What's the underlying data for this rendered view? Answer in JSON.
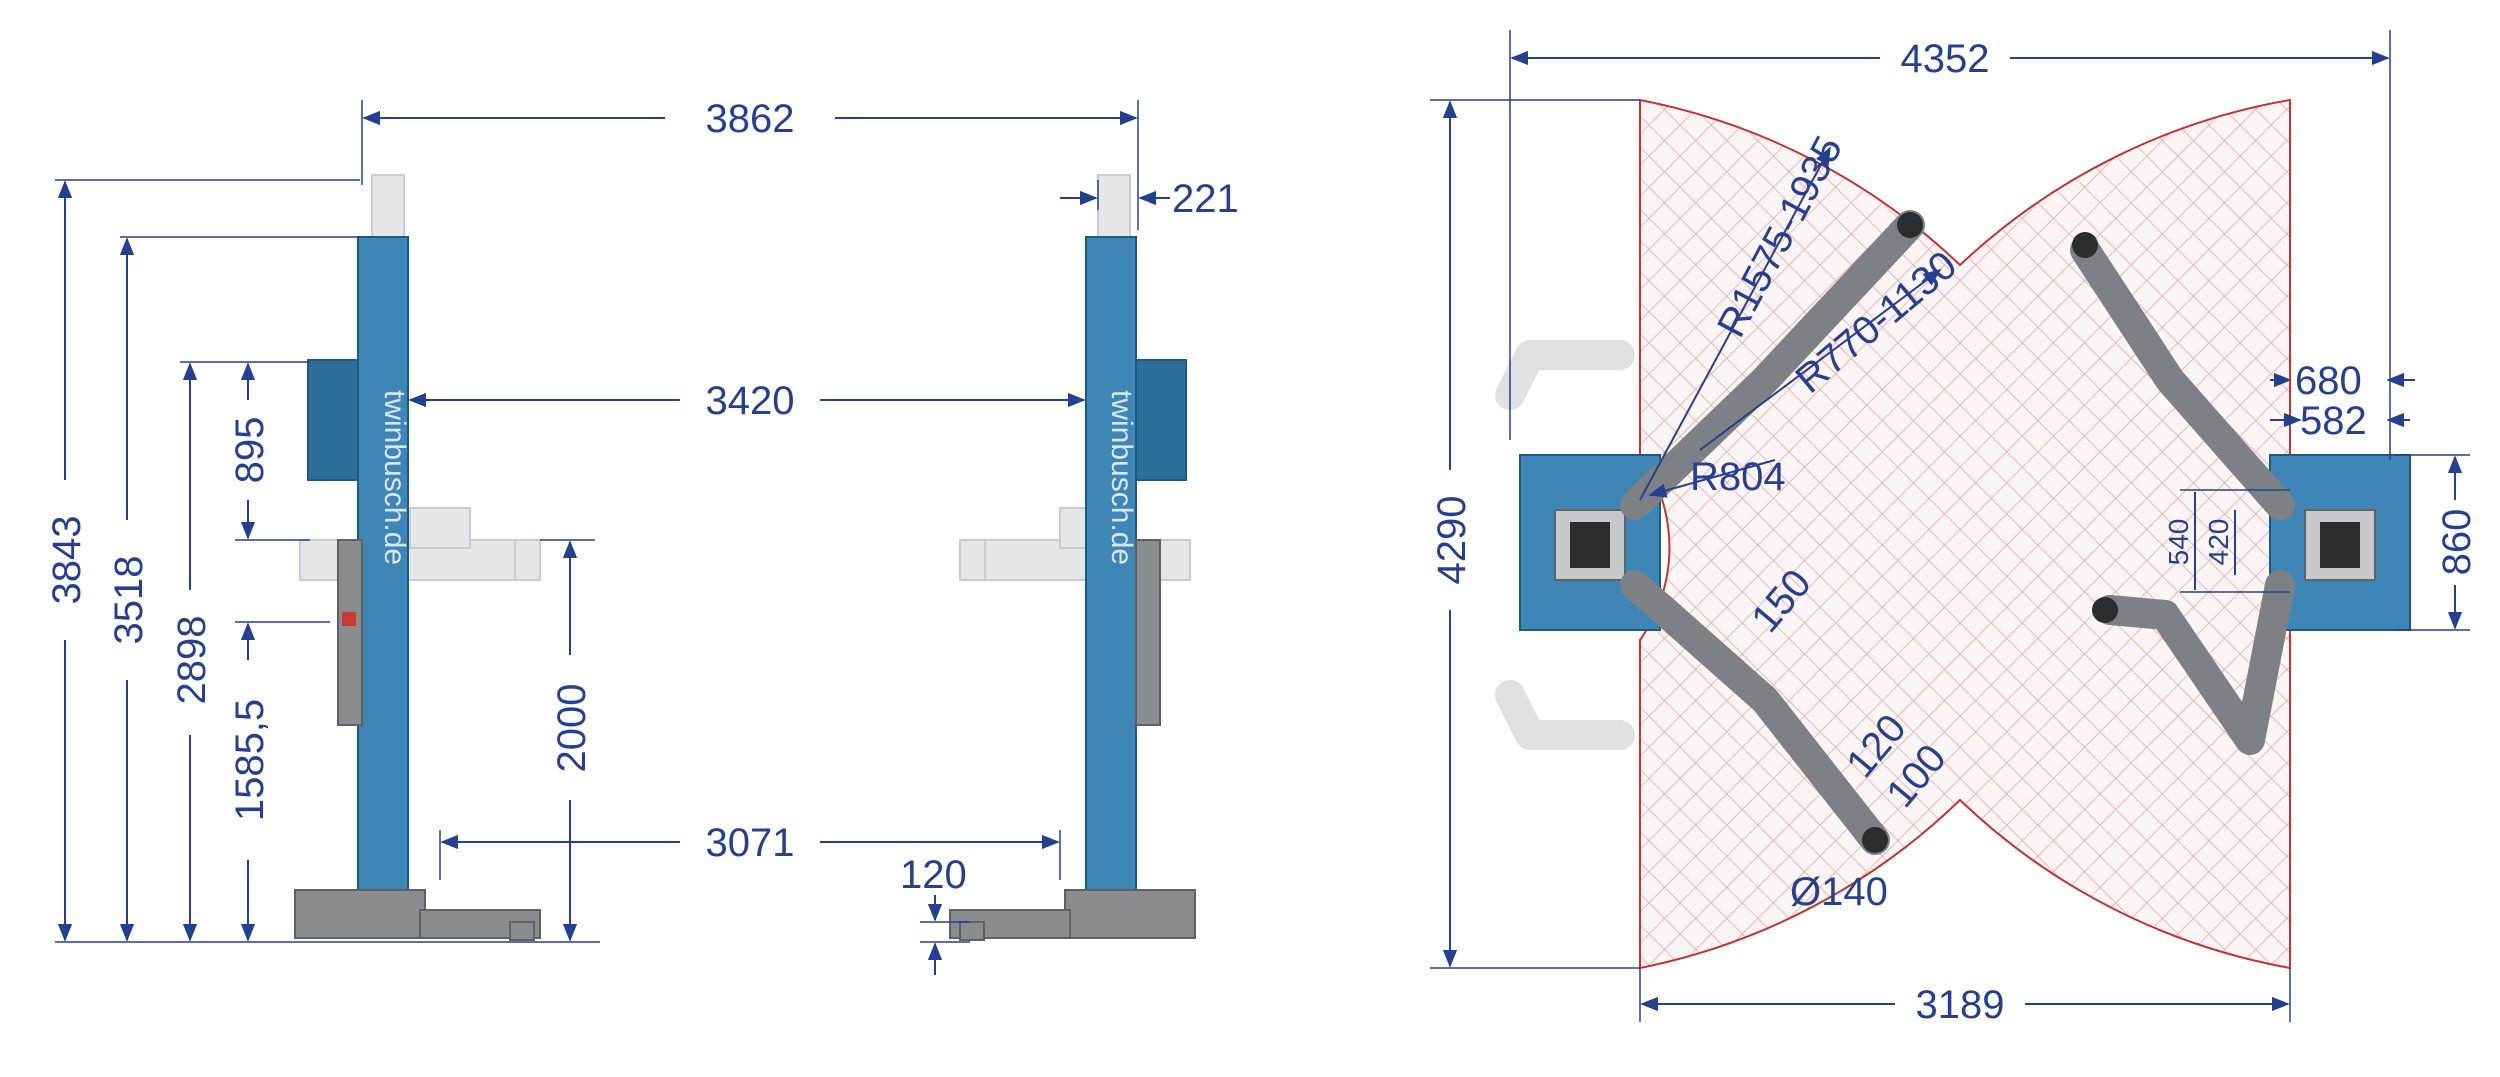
{
  "side_view": {
    "brand_text": "twinbusch.de",
    "dimensions": {
      "outer_width": "3862",
      "column_top_width": "221",
      "inner_width": "3420",
      "base_inner_width": "3071",
      "total_height": "3843",
      "column_height": "3518",
      "carriage_height": "2898",
      "carriage_length": "895",
      "control_height": "1585,5",
      "lift_height": "2000",
      "pad_min_height": "120"
    }
  },
  "top_view": {
    "dimensions": {
      "overall_width": "4352",
      "overall_depth": "4290",
      "base_width": "3189",
      "long_arm_radius": "R1575-1935",
      "short_arm_radius": "R770-1130",
      "pivot_radius": "R804",
      "arm_width": "150",
      "arm_inner_width": "120",
      "arm_tip_width": "100",
      "pad_diameter": "Ø140",
      "column_offset": "680",
      "column_depth": "582",
      "base_plate_depth": "860",
      "carriage_depth": "540",
      "carriage_inner": "420"
    }
  },
  "colors": {
    "dimension": "#24408e",
    "column": "#3e86b6",
    "arm": "#7d8185",
    "hatch": "#e9a3a3"
  }
}
